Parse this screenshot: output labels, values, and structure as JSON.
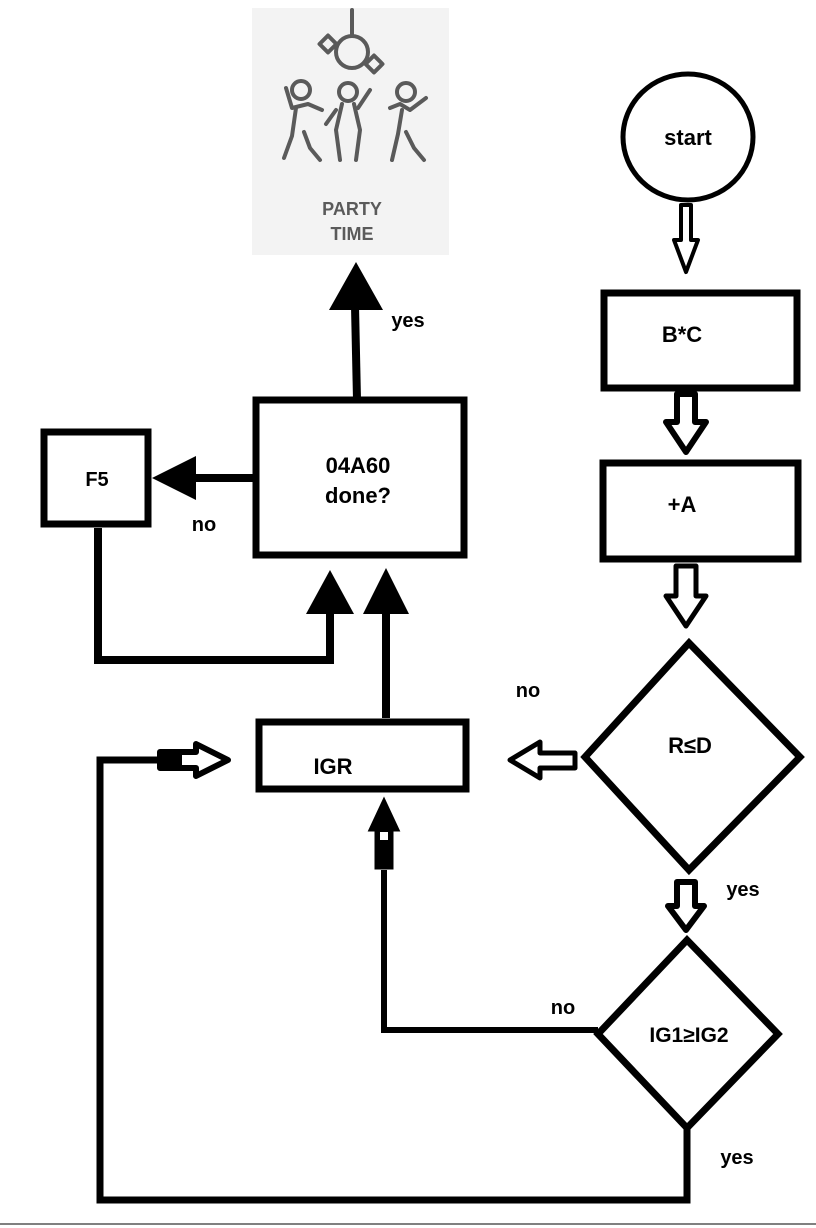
{
  "nodes": {
    "start": "start",
    "multiply": "B*C",
    "add": "+A",
    "decision_r_le_d": "R≤D",
    "decision_ig": "IG1≥IG2",
    "igr": "IGR",
    "done_line1": "04A60",
    "done_line2": "done?",
    "f5": "F5"
  },
  "party": {
    "line1": "PARTY",
    "line2": "TIME",
    "icon": "dancing-people-icon"
  },
  "edge_labels": {
    "done_yes": "yes",
    "done_no": "no",
    "r_no": "no",
    "r_yes": "yes",
    "ig_no": "no",
    "ig_yes": "yes"
  },
  "colors": {
    "line": "#000000",
    "party_bg": "#f3f3f3",
    "party_text": "#5a5a5a"
  }
}
